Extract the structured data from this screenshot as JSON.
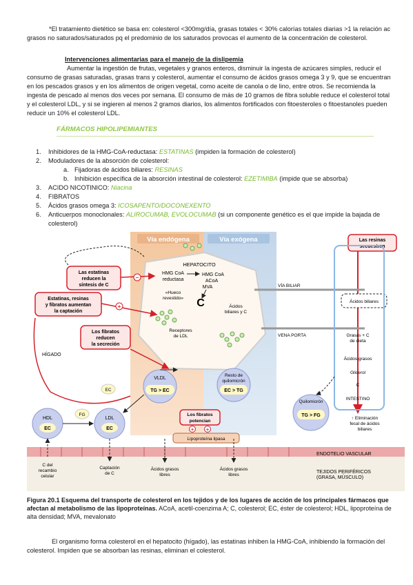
{
  "intro_text": "*El tratamiento dietético se basa en: colesterol <300mg/día, grasas totales < 30% calorías totales diarias >1 la relación ac grasos no saturados/saturados pq el predominio de los saturados provocas el aumento de la concentración de colesterol.",
  "diet_heading": "Intervenciones alimentarias para el manejo de la dislipemia",
  "diet_text": "Aumentar la ingestión de frutas, vegetales y granos enteros, disminuir la ingesta de azúcares simples, reducir el consumo de grasas saturadas, grasas trans y colesterol, aumentar el consumo de ácidos grasos omega 3 y 9, que se encuentran en los pescados grasos y en los alimentos de origen vegetal, como aceite de canola o de lino, entre otros. Se recomienda la ingesta de pescado al menos dos veces por semana. El consumo de más de 10 gramos de fibra soluble reduce el colesterol total y el colesterol LDL, y si se ingieren al menos 2 gramos diarios, los alimentos fortificados con fitoesteroles o fitoestanoles pueden reducir un 10% el colesterol LDL.",
  "section_title": "FÁRMACOS HIPOLIPEMIANTES",
  "drug_list": {
    "i1": {
      "num": "1.",
      "text": "Inhibidores de la HMG-CoA-reductasa: ",
      "hl": "ESTATINAS",
      "tail": " (impiden la formación de colesterol)"
    },
    "i2": {
      "num": "2.",
      "text": "Moduladores de la absorción de colesterol:"
    },
    "i2a": {
      "num": "a.",
      "text": "Fijadoras de ácidos biliares: ",
      "hl": "RESINAS"
    },
    "i2b": {
      "num": "b.",
      "text": "Inhibición específica de la absorción intestinal de colesterol: ",
      "hl": "EZETIMIBA",
      "tail": " (impide que se absorba)"
    },
    "i3": {
      "num": "3.",
      "text": "ACIDO NICOTINICO: ",
      "hl": "Niacina"
    },
    "i4": {
      "num": "4.",
      "text": "FIBRATOS"
    },
    "i5": {
      "num": "5.",
      "text": "Ácidos grasos omega 3: ",
      "hl": "ICOSAPENTO/DOCONEXENTO"
    },
    "i6": {
      "num": "6.",
      "text": "Anticuerpos monoclonales: ",
      "hl": "ALIROCUMAB, EVOLOCUMAB",
      "tail": " (si un componente genético es el que impide la bajada de colesterol)"
    }
  },
  "figure": {
    "via_endogena": "Vía endógena",
    "via_exogena": "Vía exógena",
    "hepatocito": "HEPATOCITO",
    "hmg1": "HMG CoA",
    "hmg_reductasa": "reductasa",
    "hmg2": "HMG CoA",
    "acoa": "ACoA",
    "mva": "MVA",
    "c_center": "C",
    "hueco1": "«Hueco",
    "hueco2": "revestido»",
    "receptores1": "Receptores",
    "receptores2": "de LDL",
    "acidos_biliares1": "Ácidos",
    "acidos_biliares2": "biliares y C",
    "via_biliar": "VÍA BILIAR",
    "vena_porta": "VENA PORTA",
    "acidos_biliares_box": "Ácidos biliares",
    "higado": "HÍGADO",
    "estatinas1": "Las estatinas",
    "estatinas2": "reducen la",
    "estatinas3": "síntesis de C",
    "est_res1": "Estatinas, resinas",
    "est_res2": "y fibratos aumentan",
    "est_res3": "la captación",
    "fib_sec1": "Los fibratos",
    "fib_sec2": "reducen",
    "fib_sec3": "la secreción",
    "resinas1": "Las resinas",
    "resinas2": "secuestran",
    "vldl": "VLDL",
    "tg": "TG",
    "ec": "EC",
    "resto1": "Resto de",
    "resto2": "quilomicrón",
    "quilomicron": "Quilomicrón",
    "fg": "FG",
    "hdl": "HDL",
    "ldl": "LDL",
    "fib_pot1": "Los fibratos",
    "fib_pot2": "potencian",
    "lipoproteina": "Lipoproteína lipasa",
    "grasas1": "Grasas + C",
    "grasas2": "de dieta",
    "acidos_grasos": "Ácidos grasos",
    "glicerol": "Glicerol",
    "c_small": "C",
    "intestino": "INTESTINO",
    "elim1": "↑ Eliminación",
    "elim2": "fecal de ácidos",
    "elim3": "biliares",
    "endotelio": "ENDOTELIO VASCULAR",
    "tejidos1": "TEJIDOS PERIFÉRICOS",
    "tejidos2": "(GRASA, MÚSCULO)",
    "bottom1a": "C del",
    "bottom1b": "recambio",
    "bottom1c": "celular",
    "bottom2a": "Captación",
    "bottom2b": "de C",
    "bottom3a": "Ácidos grasos",
    "bottom3b": "libres",
    "bottom4a": "Ácidos grasos",
    "bottom4b": "libres",
    "plus": "+",
    "minus": "−"
  },
  "caption_bold": "Figura 20.1 Esquema del transporte de colesterol en los tejidos y de los lugares de acción de los principales fármacos que afectan al metabolismo de las lipoproteínas.",
  "caption_rest": " ACoA, acetil-coenzima A; C, colesterol; EC, éster de colesterol; HDL, lipoproteína de alta densidad; MVA, mevalonato",
  "closing_text": "El organismo forma colesterol en el hepatocito (hígado), las estatinas inhiben la HMG-CoA, inhibiendo la formación del colesterol. Impiden que se absorban las resinas, eliminan el colesterol."
}
